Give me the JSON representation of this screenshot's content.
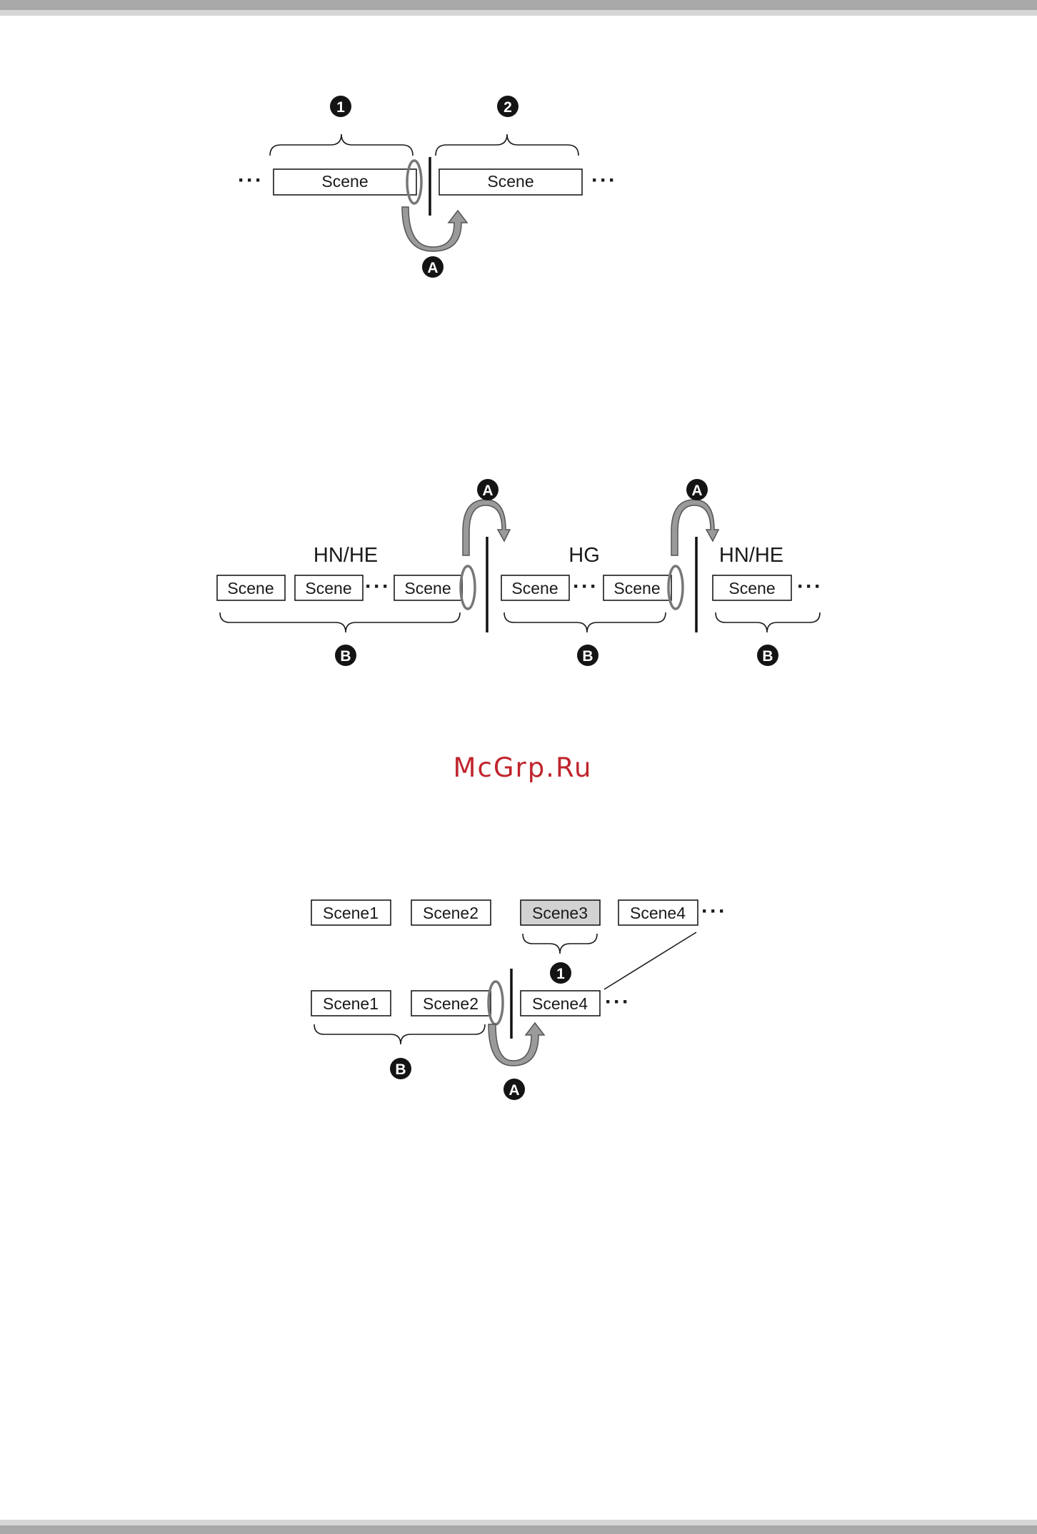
{
  "diagram1": {
    "scene_left": "Scene",
    "scene_right": "Scene",
    "badge_1": "1",
    "badge_2": "2",
    "badge_A": "A",
    "dots": "···"
  },
  "diagram2": {
    "format_1": "HN/HE",
    "format_2": "HG",
    "format_3": "HN/HE",
    "scene": "Scene",
    "badge_A": "A",
    "badge_B": "B",
    "dots": "···"
  },
  "watermark": "McGrp.Ru",
  "diagram3": {
    "top_scene1": "Scene1",
    "top_scene2": "Scene2",
    "top_scene3": "Scene3",
    "top_scene4": "Scene4",
    "bottom_scene1": "Scene1",
    "bottom_scene2": "Scene2",
    "bottom_scene4": "Scene4",
    "badge_1": "1",
    "badge_A": "A",
    "badge_B": "B",
    "dots": "···",
    "highlight_color": "#d2d2d2"
  }
}
